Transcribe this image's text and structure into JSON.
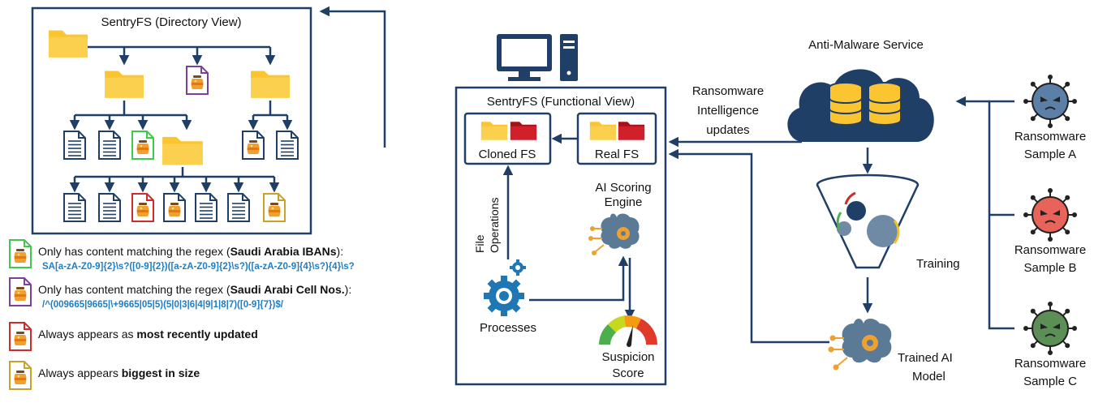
{
  "directory_view": {
    "title": "SentryFS (Directory View)"
  },
  "functional_view": {
    "title": "SentryFS (Functional View)",
    "cloned_fs": "Cloned FS",
    "real_fs": "Real FS",
    "file_operations": [
      "File",
      "Operations"
    ],
    "ai_scoring_engine": [
      "AI Scoring",
      "Engine"
    ],
    "processes": "Processes",
    "suspicion_score": [
      "Suspicion",
      "Score"
    ]
  },
  "anti_malware": {
    "title": "Anti-Malware Service",
    "updates_label": [
      "Ransomware",
      "Intelligence",
      "updates"
    ],
    "training": "Training",
    "trained_model": [
      "Trained AI",
      "Model"
    ]
  },
  "samples": [
    {
      "label": [
        "Ransomware",
        "Sample A"
      ],
      "color": "#5b7fa6"
    },
    {
      "label": [
        "Ransomware",
        "Sample B"
      ],
      "color": "#e8635a"
    },
    {
      "label": [
        "Ransomware",
        "Sample C"
      ],
      "color": "#5c8f55"
    }
  ],
  "legend": [
    {
      "color": "#3ec94a",
      "prefix": "Only has content matching the regex (",
      "bold": "Saudi Arabia IBANs",
      "suffix": "):",
      "regex": "SA[a-zA-Z0-9]{2}\\s?([0-9]{2})([a-zA-Z0-9]{2}\\s?)([a-zA-Z0-9]{4}\\s?){4}\\s?"
    },
    {
      "color": "#7b3fa0",
      "prefix": "Only has content matching the regex (",
      "bold": "Saudi Arabi Cell Nos.",
      "suffix": "):",
      "regex": "/^(009665|9665|\\+9665|05|5)(5|0|3|6|4|9|1|8|7)([0-9]{7})$/"
    },
    {
      "color": "#d02a2a",
      "prefix": "Always appears as ",
      "bold": "most recently updated",
      "suffix": "",
      "regex": ""
    },
    {
      "color": "#c9a227",
      "prefix": "Always appears ",
      "bold": "biggest in size",
      "suffix": "",
      "regex": ""
    }
  ],
  "colors": {
    "navy": "#1f3f66",
    "folder": "#fbc531",
    "red_folder": "#c0161c",
    "honey": "#f0a030"
  }
}
